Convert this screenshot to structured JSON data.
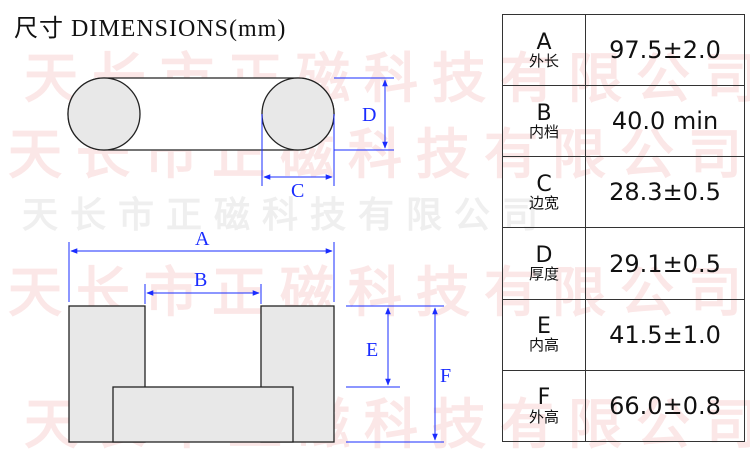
{
  "title": "尺寸 DIMENSIONS(mm)",
  "watermark": {
    "text": "天长市正磁科技有限公司",
    "color": "#e03c3c"
  },
  "drawing": {
    "line_color": "#1a2cff",
    "outline_color": "#222222",
    "fill_color": "#e8e8e8",
    "labels": {
      "A": "A",
      "B": "B",
      "C": "C",
      "D": "D",
      "E": "E",
      "F": "F"
    }
  },
  "dimensions": [
    {
      "letter": "A",
      "name": "外长",
      "value": "97.5±2.0"
    },
    {
      "letter": "B",
      "name": "内档",
      "value": "40.0 min"
    },
    {
      "letter": "C",
      "name": "边宽",
      "value": "28.3±0.5"
    },
    {
      "letter": "D",
      "name": "厚度",
      "value": "29.1±0.5"
    },
    {
      "letter": "E",
      "name": "内高",
      "value": "41.5±1.0"
    },
    {
      "letter": "F",
      "name": "外高",
      "value": "66.0±0.8"
    }
  ]
}
